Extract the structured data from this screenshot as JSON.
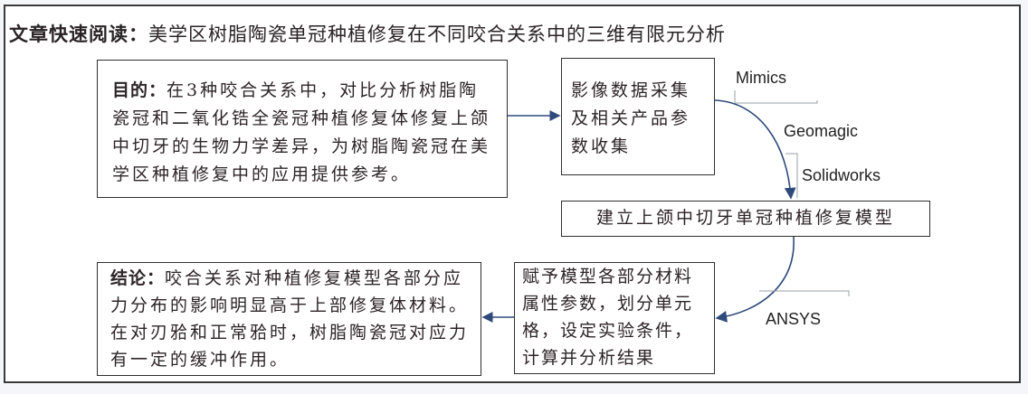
{
  "title": {
    "lead": "文章快速阅读：",
    "text": "美学区树脂陶瓷单冠种植修复在不同咬合关系中的三维有限元分析"
  },
  "boxes": {
    "purpose": {
      "label": "目的：",
      "text": "在3种咬合关系中，对比分析树脂陶瓷冠和二氧化锆全瓷冠种植修复体修复上颌中切牙的生物力学差异，为树脂陶瓷冠在美学区种植修复中的应用提供参考。"
    },
    "data_collection": {
      "text": "影像数据采集及相关产品参数收集"
    },
    "build_model": {
      "text": "建立上颌中切牙单冠种植修复模型"
    },
    "assign_params": {
      "text": "赋予模型各部分材料属性参数，划分单元格，设定实验条件，计算并分析结果"
    },
    "conclusion": {
      "label": "结论：",
      "text": "咬合关系对种植修复模型各部分应力分布的影响明显高于上部修复体材料。在对刃𬌗和正常𬌗时，树脂陶瓷冠对应力有一定的缓冲作用。"
    }
  },
  "software_labels": {
    "mimics": "Mimics",
    "geomagic": "Geomagic",
    "solidworks": "Solidworks",
    "ansys": "ANSYS"
  },
  "colors": {
    "arrow": "#2e4a7a",
    "border": "#2f2f2f",
    "bracket": "#9aa0a6"
  }
}
